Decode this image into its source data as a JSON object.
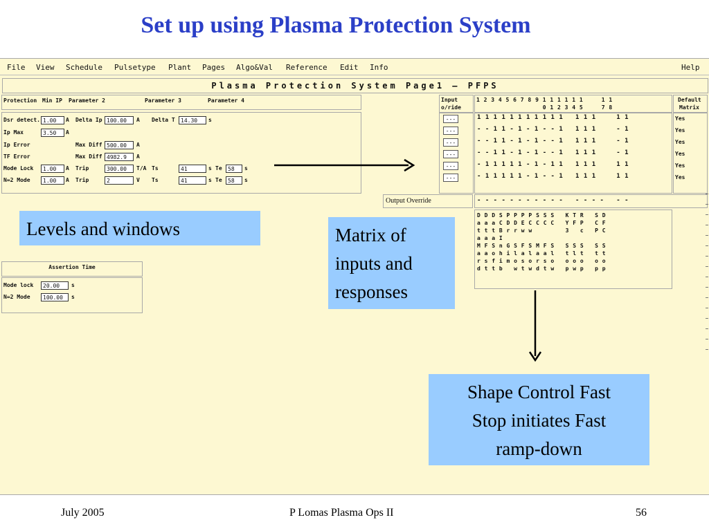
{
  "slide": {
    "title": "Set up using Plasma Protection System",
    "footer_left": "July 2005",
    "footer_center": "P Lomas  Plasma Ops II",
    "footer_right": "56"
  },
  "menu": {
    "file": "File",
    "view": "View",
    "schedule": "Schedule",
    "pulsetype": "Pulsetype",
    "plant": "Plant",
    "pages": "Pages",
    "algoval": "Algo&Val",
    "reference": "Reference",
    "edit": "Edit",
    "info": "Info",
    "help": "Help"
  },
  "page_title": "Plasma Protection System Page1 – PFPS",
  "protection": {
    "headers": {
      "protection": "Protection",
      "min_ip": "Min IP",
      "param2": "Parameter 2",
      "param3": "Parameter 3",
      "param4": "Parameter 4"
    },
    "rows": {
      "dsr": {
        "label": "Dsr detect.",
        "value1": "1.00",
        "unit1": "A",
        "p2_label": "Delta Ip",
        "p2_value": "100.00",
        "p2_unit": "A",
        "p3_label": "Delta T",
        "p3_value": "14.30",
        "p3_unit": "s"
      },
      "ipmax": {
        "label": "Ip Max",
        "value1": "3.50",
        "unit1": "A"
      },
      "iperr": {
        "label": "Ip Error",
        "p2_label": "Max Diff",
        "p2_value": "500.00",
        "p2_unit": "A"
      },
      "tferr": {
        "label": "TF Error",
        "p2_label": "Max Diff",
        "p2_value": "4982.9",
        "p2_unit": "A"
      },
      "modelock": {
        "label": "Mode Lock",
        "value1": "1.00",
        "unit1": "A",
        "p2_label": "Trip",
        "p2_value": "300.00",
        "p2_unit": "T/A",
        "p3_label": "Ts",
        "p3_value": "41",
        "p3_unit": "s",
        "p4_label": "Te",
        "p4_value": "58",
        "p4_unit": "s"
      },
      "n2mode": {
        "label": "N=2 Mode",
        "value1": "1.00",
        "unit1": "A",
        "p2_label": "Trip",
        "p2_value": "2",
        "p2_unit": "V",
        "p3_label": "Ts",
        "p3_value": "41",
        "p3_unit": "s",
        "p4_label": "Te",
        "p4_value": "58",
        "p4_unit": "s"
      }
    }
  },
  "assertion": {
    "title": "Assertion Time",
    "mode_lock_label": "Mode lock",
    "mode_lock_value": "20.00",
    "n2_label": "N=2 Mode",
    "n2_value": "100.00",
    "unit": "s"
  },
  "matrix": {
    "input_label_1": "Input",
    "input_label_2": "o/ride",
    "header_1": "1 2 3 4 5 6 7 8 9 1 1 1 1 1 1     1 1",
    "header_2": "                  0 1 2 3 4 5     7 8",
    "default_label_1": "Default",
    "default_label_2": "Matrix",
    "override_values": [
      "---",
      "---",
      "---",
      "---",
      "---",
      "---"
    ],
    "rows": [
      "1 1 1 1 1 1 1 1 1 1 1   1 1 1     1 1",
      "- - 1 1 - 1 - 1 - - 1   1 1 1     - 1",
      "- - 1 1 - 1 - 1 - - 1   1 1 1     - 1",
      "- - 1 1 - 1 - 1 - - 1   1 1 1     - 1",
      "- 1 1 1 1 1 - 1 - 1 1   1 1 1     1 1",
      "- 1 1 1 1 1 - 1 - - 1   1 1 1     1 1"
    ],
    "defaults": [
      "Yes",
      "Yes",
      "Yes",
      "Yes",
      "Yes",
      "Yes"
    ],
    "output_override_label": "Output Override",
    "output_override_dashes": "- - - - - - - - - - -   - - - -   - -",
    "output_names": [
      "D D D S P P P P S S S   K T R   S D",
      "a a a C D D E C C C C   Y F P   C F",
      "t t t B r r w w         3   c   P C",
      "a a a I",
      "M F S n G S F S M F S   S S S   S S",
      "a a o h i l a l a a l   t l t   t t",
      "r s f i m o s o r s o   o o o   o o",
      "d t t b   w t w d t w   p w p   p p"
    ]
  },
  "callouts": {
    "levels": "Levels and windows",
    "matrix": [
      "Matrix of",
      "inputs and",
      "responses"
    ],
    "shape": [
      "Shape Control Fast",
      "Stop initiates Fast",
      "ramp-down"
    ]
  },
  "colors": {
    "title_blue": "#2b3fc7",
    "screen_bg": "#fdf8d2",
    "callout_bg": "#99ccff"
  }
}
